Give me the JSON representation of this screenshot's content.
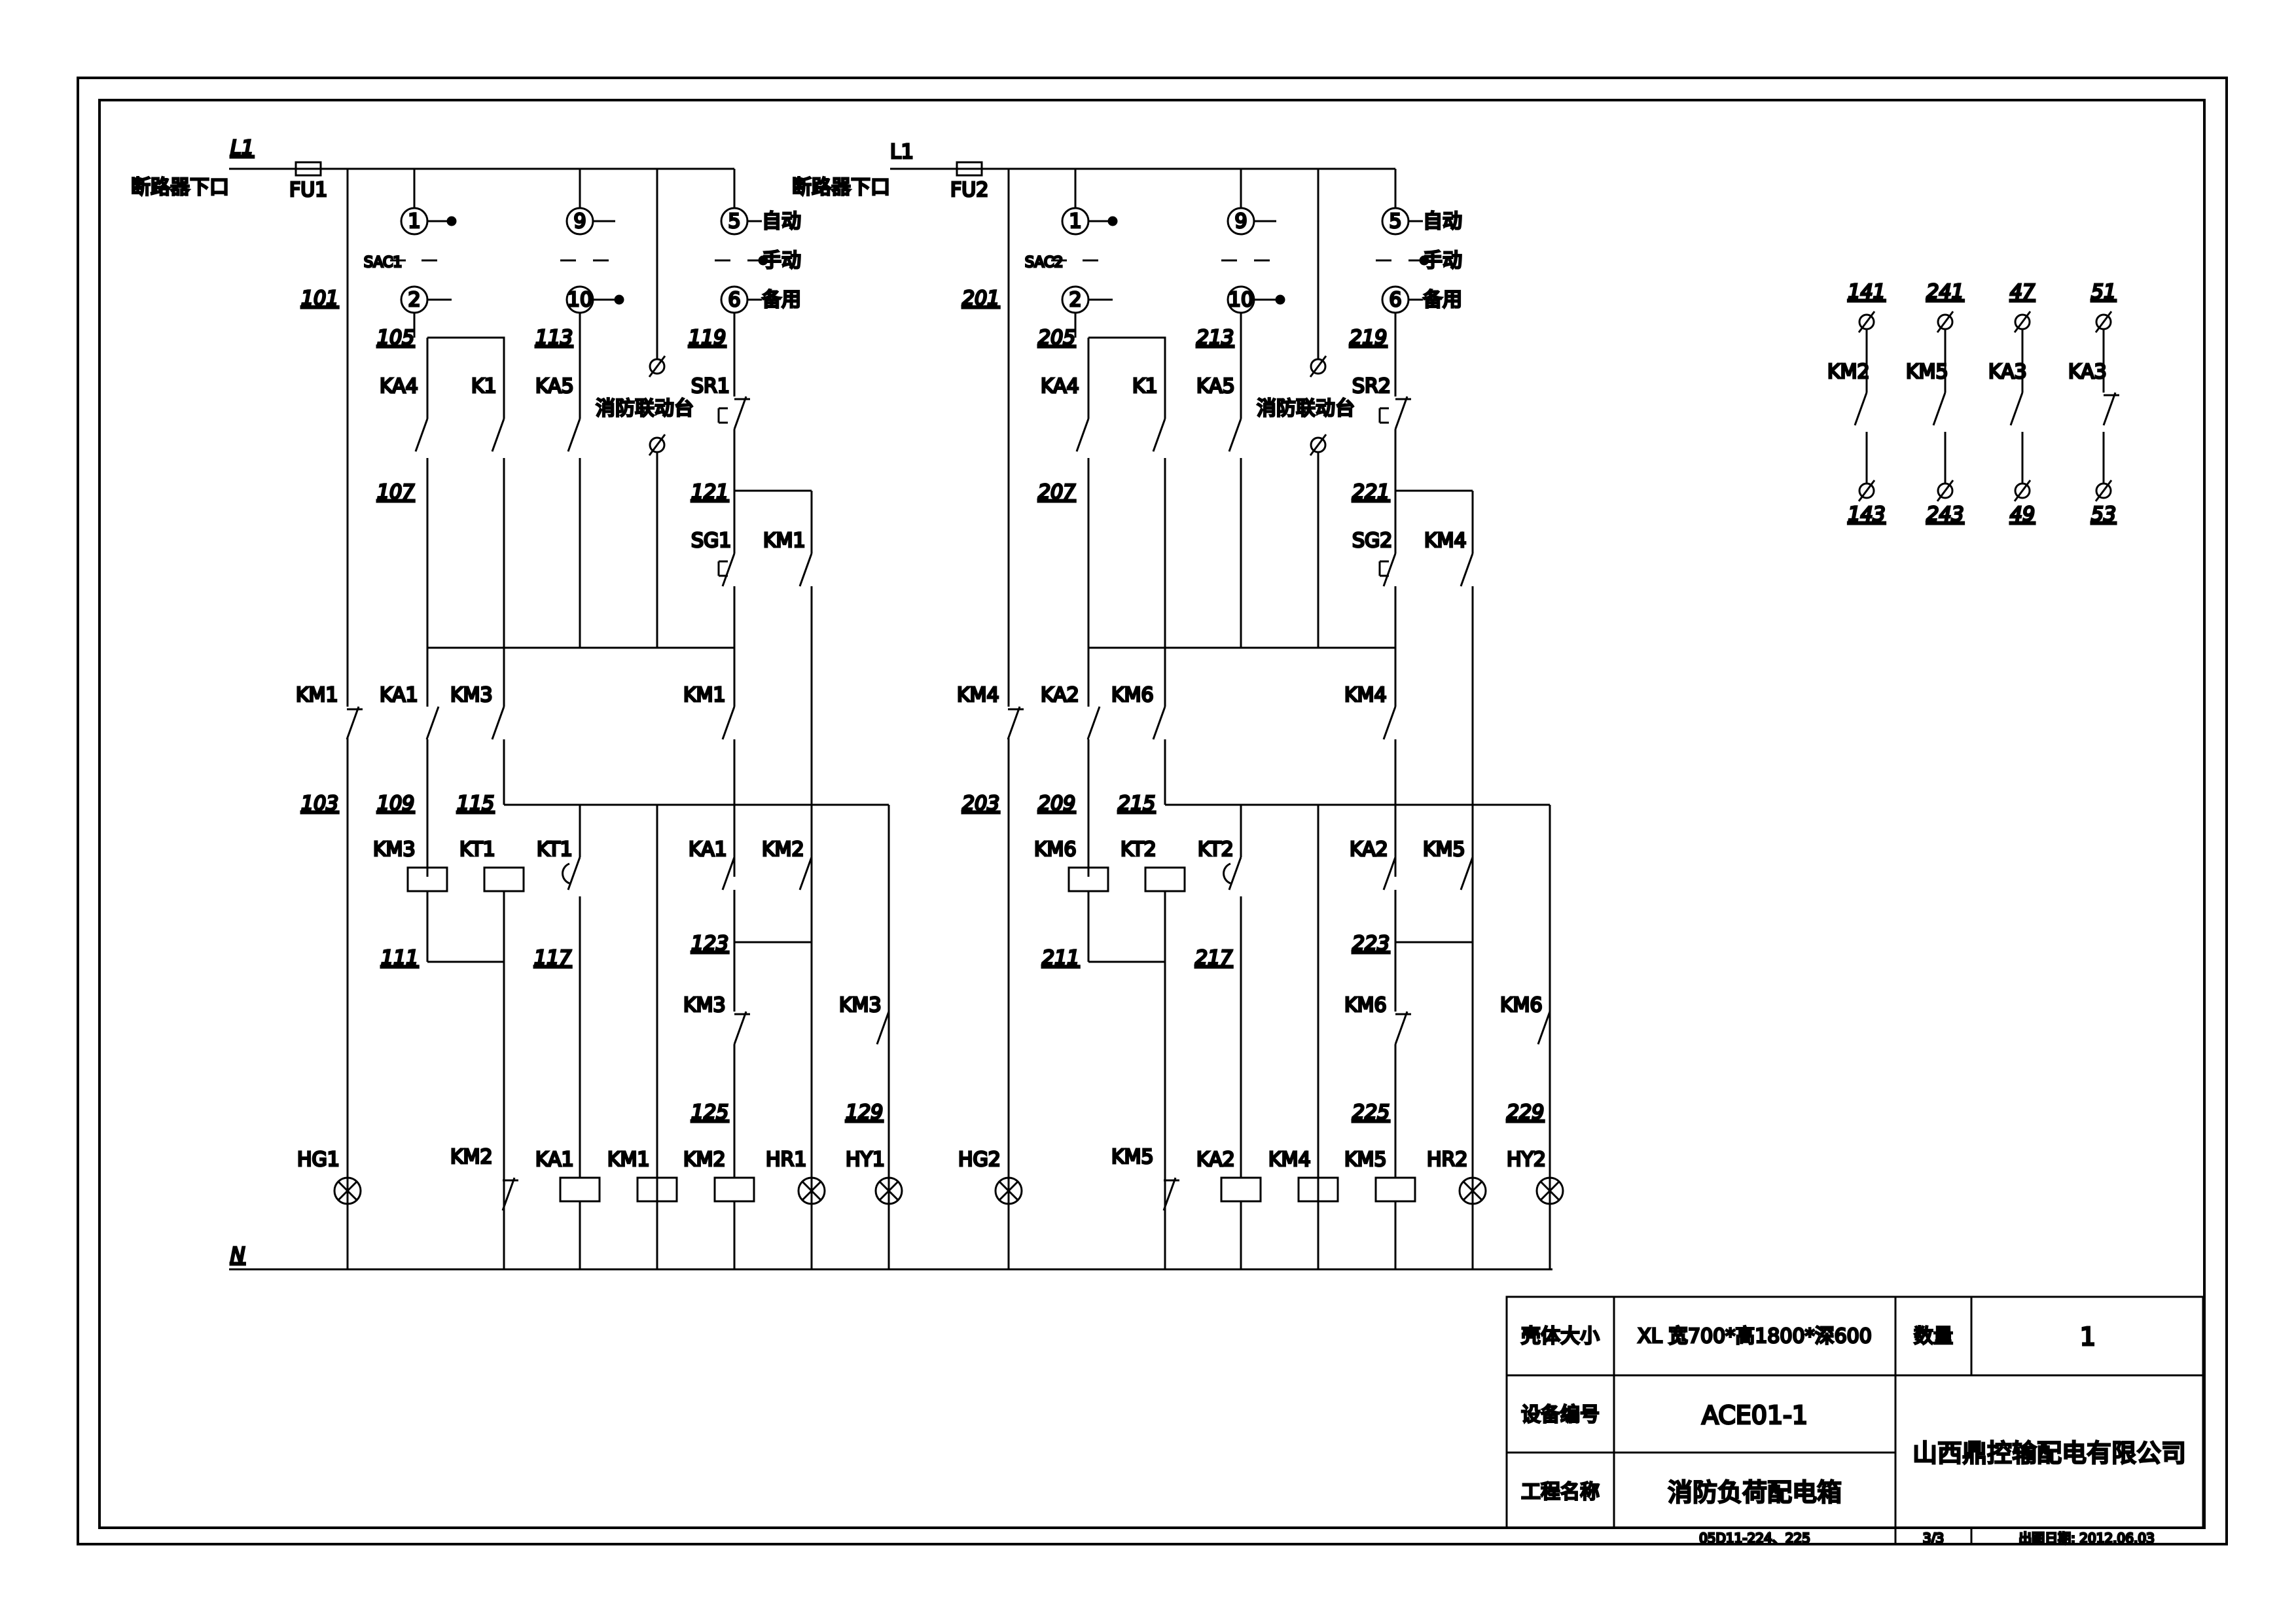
{
  "left_circuit": {
    "line": "L1",
    "neutral": "N",
    "breaker_note": "断路器下口",
    "fuse": "FU1",
    "selector": "SAC1",
    "terminals": [
      "1",
      "2",
      "9",
      "10",
      "5",
      "6"
    ],
    "modes": {
      "auto": "自动",
      "manual": "手动",
      "backup": "备用"
    },
    "fire_panel": "消防联动台",
    "wires": {
      "w101": "101",
      "w103": "103",
      "w105": "105",
      "w107": "107",
      "w109": "109",
      "w111": "111",
      "w113": "113",
      "w115": "115",
      "w117": "117",
      "w119": "119",
      "w121": "121",
      "w123": "123",
      "w125": "125",
      "w129": "129"
    },
    "labels": {
      "ka4": "KA4",
      "k1": "K1",
      "ka5": "KA5",
      "sr": "SR1",
      "sg": "SG1",
      "km_hold": "KM1",
      "km_main": "KM1",
      "ka_c": "KA1",
      "km_aux": "KM3",
      "km_run": "KM1",
      "coil_km_aux": "KM3",
      "kt_coil": "KT1",
      "kt_contact": "KT1",
      "ka_d": "KA1",
      "km_fb": "KM2",
      "km_fault": "KM3",
      "km_ind": "KM3",
      "hg": "HG1",
      "km_int": "KM2",
      "coil_ka": "KA1",
      "coil_km1": "KM1",
      "coil_km2": "KM2",
      "hr": "HR1",
      "hy": "HY1"
    }
  },
  "right_circuit": {
    "line": "L1",
    "breaker_note": "断路器下口",
    "fuse": "FU2",
    "selector": "SAC2",
    "terminals": [
      "1",
      "2",
      "9",
      "10",
      "5",
      "6"
    ],
    "modes": {
      "auto": "自动",
      "manual": "手动",
      "backup": "备用"
    },
    "fire_panel": "消防联动台",
    "wires": {
      "w101": "201",
      "w103": "203",
      "w105": "205",
      "w107": "207",
      "w109": "209",
      "w111": "211",
      "w113": "213",
      "w115": "215",
      "w117": "217",
      "w119": "219",
      "w121": "221",
      "w123": "223",
      "w125": "225",
      "w129": "229"
    },
    "labels": {
      "ka4": "KA4",
      "k1": "K1",
      "ka5": "KA5",
      "sr": "SR2",
      "sg": "SG2",
      "km_hold": "KM4",
      "km_main": "KM4",
      "ka_c": "KA2",
      "km_aux": "KM6",
      "km_run": "KM4",
      "coil_km_aux": "KM6",
      "kt_coil": "KT2",
      "kt_contact": "KT2",
      "ka_d": "KA2",
      "km_fb": "KM5",
      "km_fault": "KM6",
      "km_ind": "KM6",
      "hg": "HG2",
      "km_int": "KM5",
      "coil_ka": "KA2",
      "coil_km1": "KM4",
      "coil_km2": "KM5",
      "hr": "HR2",
      "hy": "HY2"
    }
  },
  "aux_contacts": [
    {
      "top": "141",
      "name": "KM2",
      "bottom": "143"
    },
    {
      "top": "241",
      "name": "KM5",
      "bottom": "243"
    },
    {
      "top": "47",
      "name": "KA3",
      "bottom": "49"
    },
    {
      "top": "51",
      "name": "KA3",
      "bottom": "53"
    }
  ],
  "title_block": {
    "size_label": "壳体大小",
    "size_value": "XL  宽700*高1800*深600",
    "qty_label": "数量",
    "qty_value": "1",
    "id_label": "设备编号",
    "id_value": "ACE01-1",
    "name_label": "工程名称",
    "name_value": "消防负荷配电箱",
    "company": "山西鼎控输配电有限公司",
    "ref": "05D11-224、225",
    "sheet": "3/3",
    "date": "出图日期: 2012.06.03"
  }
}
